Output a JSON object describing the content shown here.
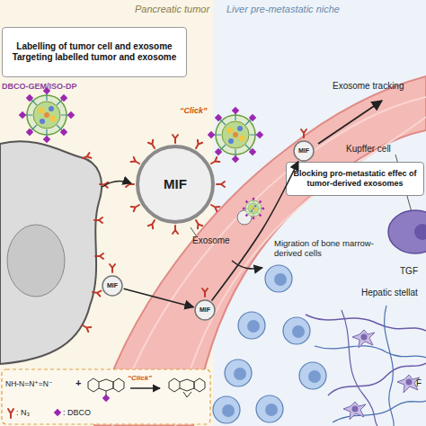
{
  "diagram": {
    "nodes": [
      {
        "text": [
          "Labelling of tumor cell and exosome",
          "Targeting labelled tumor and exosome"
        ]
      },
      {
        "text": [
          "MIF"
        ]
      },
      {
        "text": [
          "MIF"
        ]
      },
      {
        "text": [
          "MIF"
        ]
      },
      {
        "text": [
          "MIF"
        ]
      },
      {
        "text": [
          "Blocking pro-metastatic effec of tumor-derived exosomes"
        ]
      }
    ],
    "edges": [
      {
        "from": 2,
        "to": 3,
        "arrow": "to"
      },
      {
        "from": 3,
        "to": 4,
        "arrow": "to"
      }
    ],
    "labels": [
      "Pancreatic tumor",
      "Liver pre-metastatic niche",
      "DBCO-GEM/ISO-DP",
      "“Click”",
      "Exosome",
      "Exosome tracking",
      "Kupffer cell",
      "Migration of bone marrow-derived cells",
      "TGF",
      "Hepatic stellat",
      "F",
      "NH-N=N⁺=N⁻",
      "+",
      "“Click”"
    ],
    "legend": [
      {
        "text": ": N₃"
      },
      {
        "text": ": DBCO"
      }
    ]
  }
}
